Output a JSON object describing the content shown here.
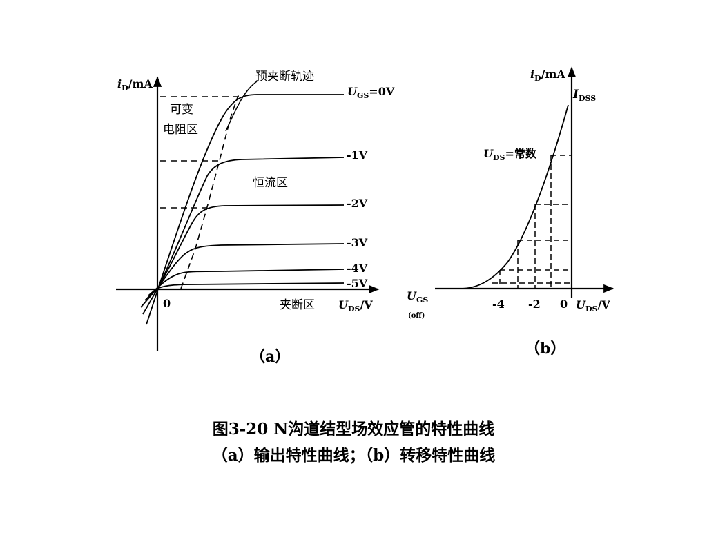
{
  "panel_a": {
    "y_axis_label_i": "i",
    "y_axis_label_sub": "D",
    "y_axis_label_unit": "/mA",
    "x_axis_label_u": "U",
    "x_axis_label_sub": "DS",
    "x_axis_label_unit": "/V",
    "origin": "0",
    "region_variable_line1": "可变",
    "region_variable_line2": "电阻区",
    "region_constant": "恒流区",
    "region_cutoff": "夹断区",
    "pinch_trajectory": "预夹断轨迹",
    "curve_labels": {
      "ugs0_u": "U",
      "ugs0_sub": "GS",
      "ugs0_val": "=0V",
      "m1": "-1V",
      "m2": "-2V",
      "m3": "-3V",
      "m4": "-4V",
      "m5": "-5V"
    },
    "panel_label": "（a）"
  },
  "panel_b": {
    "y_axis_label_i": "i",
    "y_axis_label_sub": "D",
    "y_axis_label_unit": "/mA",
    "idss_i": "I",
    "idss_sub": "DSS",
    "condition_u": "U",
    "condition_sub": "DS",
    "condition_val": "=常数",
    "ugs_u": "U",
    "ugs_sub": "GS",
    "ugs_off": "(off)",
    "tick_m4": "-4",
    "tick_m2": "-2",
    "tick_0": "0",
    "x_axis_label_u": "U",
    "x_axis_label_sub": "DS",
    "x_axis_label_unit": "/V",
    "panel_label": "（b）"
  },
  "caption": {
    "line1": "图3-20  N沟道结型场效应管的特性曲线",
    "line2": "（a）输出特性曲线；（b）转移特性曲线"
  }
}
